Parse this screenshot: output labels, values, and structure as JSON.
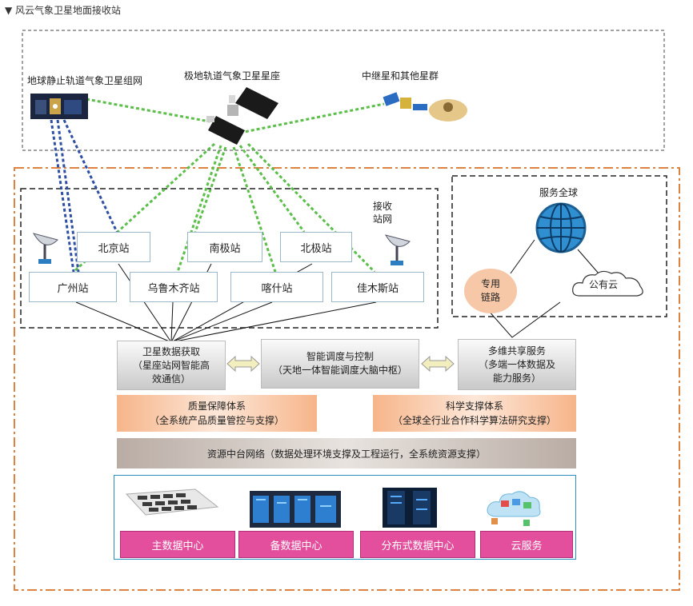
{
  "header": {
    "title": "▼ 风云气象卫星地面接收站"
  },
  "satellites": {
    "geo": "地球静止轨道气象卫星组网",
    "polar": "极地轨道气象卫星星座",
    "relay": "中继星和其他星群"
  },
  "station_net_label": [
    "接收",
    "站网"
  ],
  "stations": [
    "北京站",
    "南极站",
    "北极站",
    "广州站",
    "乌鲁木齐站",
    "喀什站",
    "佳木斯站"
  ],
  "service": {
    "global": "服务全球",
    "dedicated": [
      "专用",
      "链路"
    ],
    "cloud": "公有云"
  },
  "core": {
    "acquire": [
      "卫星数据获取",
      "（星座站网智能高",
      "效通信）"
    ],
    "dispatch": [
      "智能调度与控制",
      "（天地一体智能调度大脑中枢）"
    ],
    "share": [
      "多维共享服务",
      "（多端一体数据及",
      "能力服务）"
    ]
  },
  "systems": {
    "quality": [
      "质量保障体系",
      "（全系统产品质量管控与支撑）"
    ],
    "science": [
      "科学支撑体系",
      "（全球全行业合作科学算法研究支撑）"
    ]
  },
  "resource": "资源中台网络（数据处理环境支撑及工程运行，全系统资源支撑）",
  "data_centers": [
    "主数据中心",
    "备数据中心",
    "分布式数据中心",
    "云服务"
  ],
  "colors": {
    "green_link": "#5cbf4a",
    "blue_link": "#2e4fa3",
    "orange_border": "#e0823f",
    "pink": "#e34f9c"
  }
}
